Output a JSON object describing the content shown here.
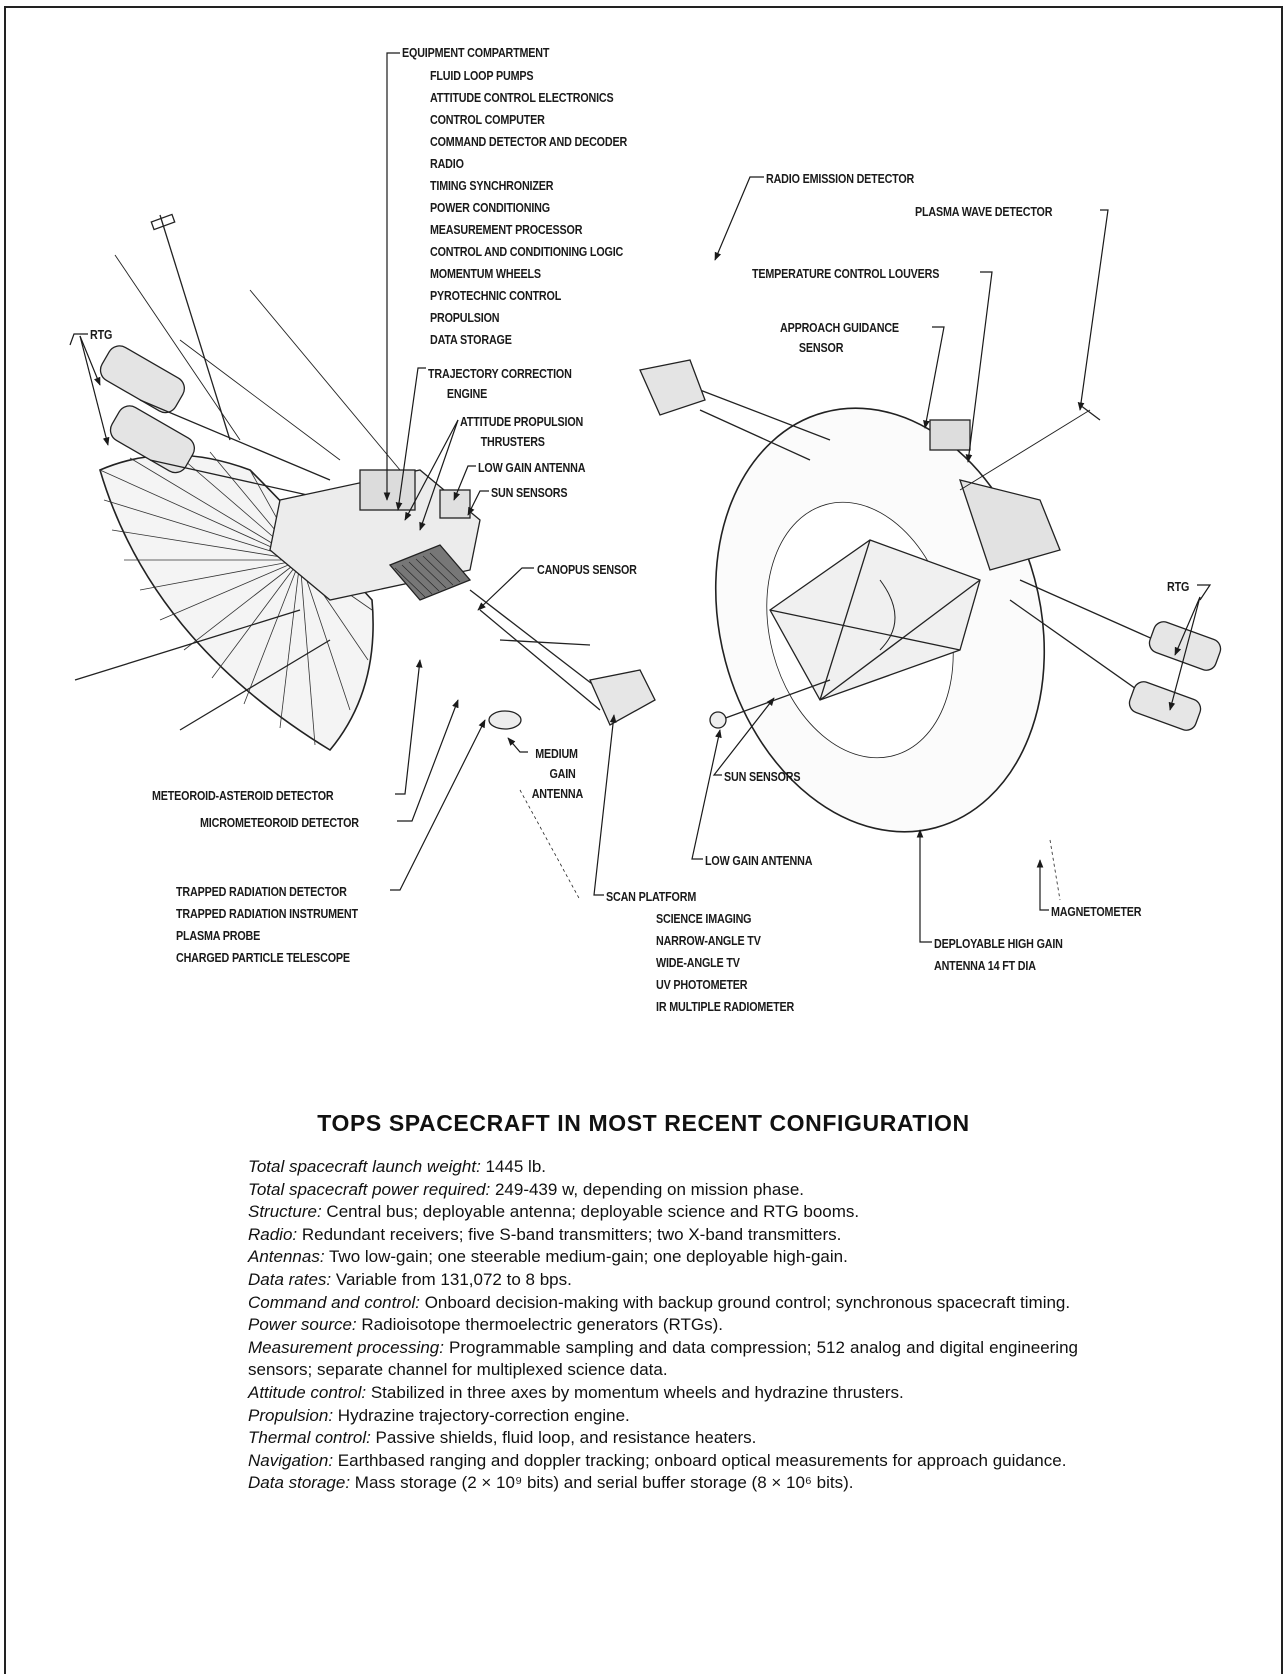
{
  "left_craft_labels": {
    "equipment_compartment": {
      "heading": "EQUIPMENT COMPARTMENT",
      "items": [
        "FLUID LOOP PUMPS",
        "ATTITUDE CONTROL ELECTRONICS",
        "CONTROL COMPUTER",
        "COMMAND DETECTOR AND DECODER",
        "RADIO",
        "TIMING SYNCHRONIZER",
        "POWER CONDITIONING",
        "MEASUREMENT PROCESSOR",
        "CONTROL AND CONDITIONING LOGIC",
        "MOMENTUM WHEELS",
        "PYROTECHNIC CONTROL",
        "PROPULSION",
        "DATA STORAGE"
      ]
    },
    "rtg": "RTG",
    "trajectory_correction": [
      "TRAJECTORY CORRECTION",
      "ENGINE"
    ],
    "attitude_propulsion": [
      "ATTITUDE PROPULSION",
      "THRUSTERS"
    ],
    "low_gain_antenna": "LOW GAIN ANTENNA",
    "sun_sensors": "SUN SENSORS",
    "canopus_sensor": "CANOPUS SENSOR",
    "medium_gain_antenna": [
      "MEDIUM",
      "GAIN",
      "ANTENNA"
    ],
    "meteoroid_asteroid_detector": "METEOROID-ASTEROID DETECTOR",
    "micrometeoroid_detector": "MICROMETEOROID DETECTOR",
    "trapped_radiation_group": [
      "TRAPPED RADIATION DETECTOR",
      "TRAPPED RADIATION INSTRUMENT",
      "PLASMA PROBE",
      "CHARGED PARTICLE TELESCOPE"
    ],
    "scan_platform": {
      "heading": "SCAN PLATFORM",
      "items": [
        "SCIENCE IMAGING",
        "NARROW-ANGLE TV",
        "WIDE-ANGLE TV",
        "UV PHOTOMETER",
        "IR MULTIPLE RADIOMETER"
      ]
    }
  },
  "right_craft_labels": {
    "radio_emission_detector": "RADIO EMISSION DETECTOR",
    "plasma_wave_detector": "PLASMA WAVE DETECTOR",
    "temperature_control_louvers": "TEMPERATURE CONTROL LOUVERS",
    "approach_guidance_sensor": [
      "APPROACH GUIDANCE",
      "SENSOR"
    ],
    "rtg": "RTG",
    "sun_sensors": "SUN SENSORS",
    "low_gain_antenna": "LOW GAIN ANTENNA",
    "magnetometer": "MAGNETOMETER",
    "deployable_high_gain": [
      "DEPLOYABLE HIGH GAIN",
      "ANTENNA 14 FT DIA"
    ]
  },
  "title": "TOPS SPACECRAFT IN MOST RECENT CONFIGURATION",
  "specs": [
    {
      "key": "Total spacecraft launch weight:",
      "value": " 1445 lb."
    },
    {
      "key": "Total spacecraft power required:",
      "value": " 249-439 w, depending on mission phase."
    },
    {
      "key": "Structure:",
      "value": " Central bus; deployable antenna; deployable science and RTG booms."
    },
    {
      "key": "Radio:",
      "value": " Redundant receivers; five S-band transmitters; two X-band transmitters."
    },
    {
      "key": "Antennas:",
      "value": " Two low-gain; one steerable medium-gain; one deployable high-gain."
    },
    {
      "key": "Data rates:",
      "value": " Variable from 131,072 to 8 bps."
    },
    {
      "key": "Command and control:",
      "value": " Onboard decision-making with backup ground control; synchronous spacecraft timing."
    },
    {
      "key": "Power source:",
      "value": " Radioisotope thermoelectric generators (RTGs)."
    },
    {
      "key": "Measurement processing:",
      "value": " Programmable sampling and data compression; 512 analog and digital engineering sensors; separate channel for multiplexed science data."
    },
    {
      "key": "Attitude control:",
      "value": " Stabilized in three axes by momentum wheels and hydrazine thrusters."
    },
    {
      "key": "Propulsion:",
      "value": " Hydrazine trajectory-correction engine."
    },
    {
      "key": "Thermal control:",
      "value": " Passive shields, fluid loop, and resistance heaters."
    },
    {
      "key": "Navigation:",
      "value": " Earthbased ranging and doppler tracking; onboard optical measurements for approach guidance."
    },
    {
      "key": "Data storage:",
      "value": " Mass storage (2 × 10⁹ bits) and serial buffer storage (8 × 10⁶ bits)."
    }
  ]
}
